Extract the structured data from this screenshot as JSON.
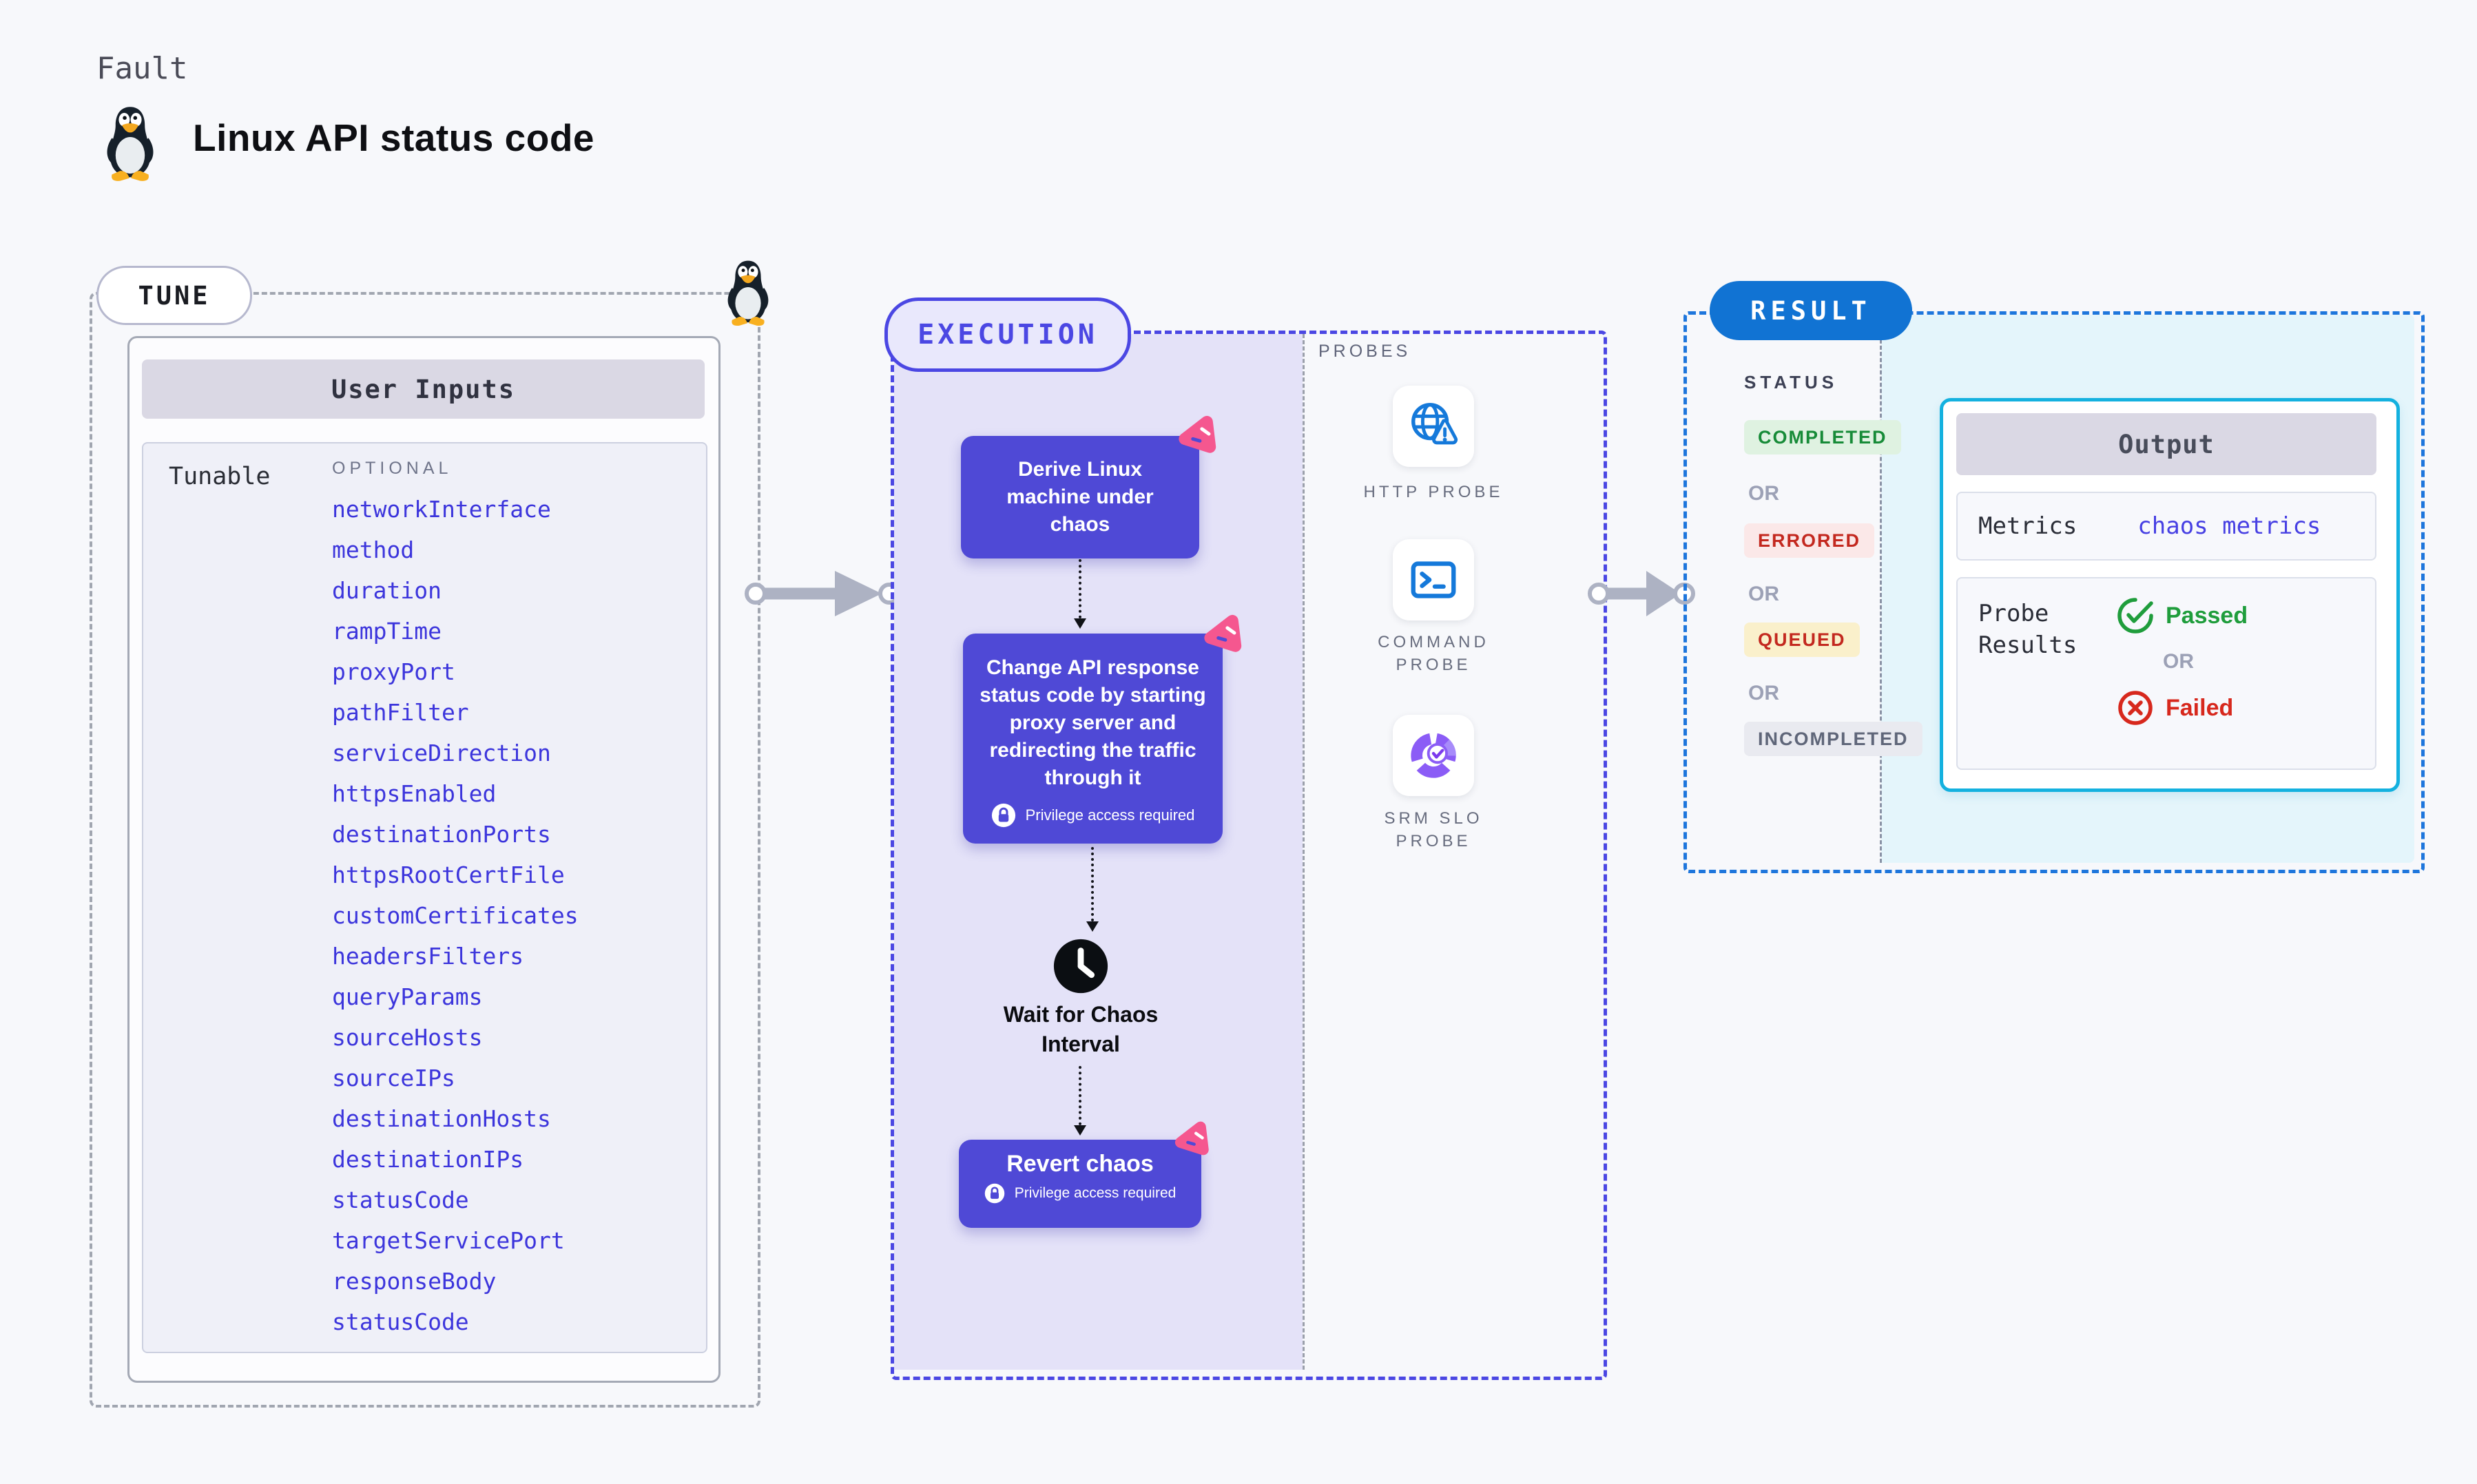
{
  "header": {
    "kicker": "Fault",
    "title": "Linux API status code"
  },
  "tune": {
    "pill": "TUNE",
    "card_title": "User Inputs",
    "row_label": "Tunable",
    "optional_label": "OPTIONAL",
    "tunables": [
      "networkInterface",
      "method",
      "duration",
      "rampTime",
      "proxyPort",
      "pathFilter",
      "serviceDirection",
      "httpsEnabled",
      "destinationPorts",
      "httpsRootCertFile",
      "customCertificates",
      "headersFilters",
      "queryParams",
      "sourceHosts",
      "sourceIPs",
      "destinationHosts",
      "destinationIPs",
      "statusCode",
      "targetServicePort",
      "responseBody",
      "statusCode"
    ]
  },
  "execution": {
    "pill": "EXECUTION",
    "step1": "Derive Linux machine under chaos",
    "step2": "Change API response status code by starting proxy server and redirecting the traffic through it",
    "privilege_note": "Privilege access required",
    "wait_label": "Wait for Chaos Interval",
    "revert_label": "Revert chaos"
  },
  "probes": {
    "section_label": "PROBES",
    "items": [
      {
        "label": "HTTP PROBE"
      },
      {
        "label": "COMMAND PROBE"
      },
      {
        "label": "SRM SLO PROBE"
      }
    ]
  },
  "result": {
    "pill": "RESULT",
    "status_label": "STATUS",
    "or_label": "OR",
    "statuses": [
      {
        "label": "COMPLETED"
      },
      {
        "label": "ERRORED"
      },
      {
        "label": "QUEUED"
      },
      {
        "label": "INCOMPLETED"
      }
    ],
    "output": {
      "title": "Output",
      "metrics_label": "Metrics",
      "metrics_value": "chaos metrics",
      "probe_results_label": "Probe Results",
      "passed_label": "Passed",
      "or_label": "OR",
      "failed_label": "Failed"
    }
  },
  "colors": {
    "accent_purple": "#4f49d6",
    "accent_indigo": "#4b47e3",
    "accent_blue": "#1173d3",
    "accent_cyan": "#14b1df",
    "accent_pink": "#f5578f",
    "link_blue": "#3c35dc",
    "passed_green": "#1f9d3c",
    "failed_red": "#d7281d"
  }
}
